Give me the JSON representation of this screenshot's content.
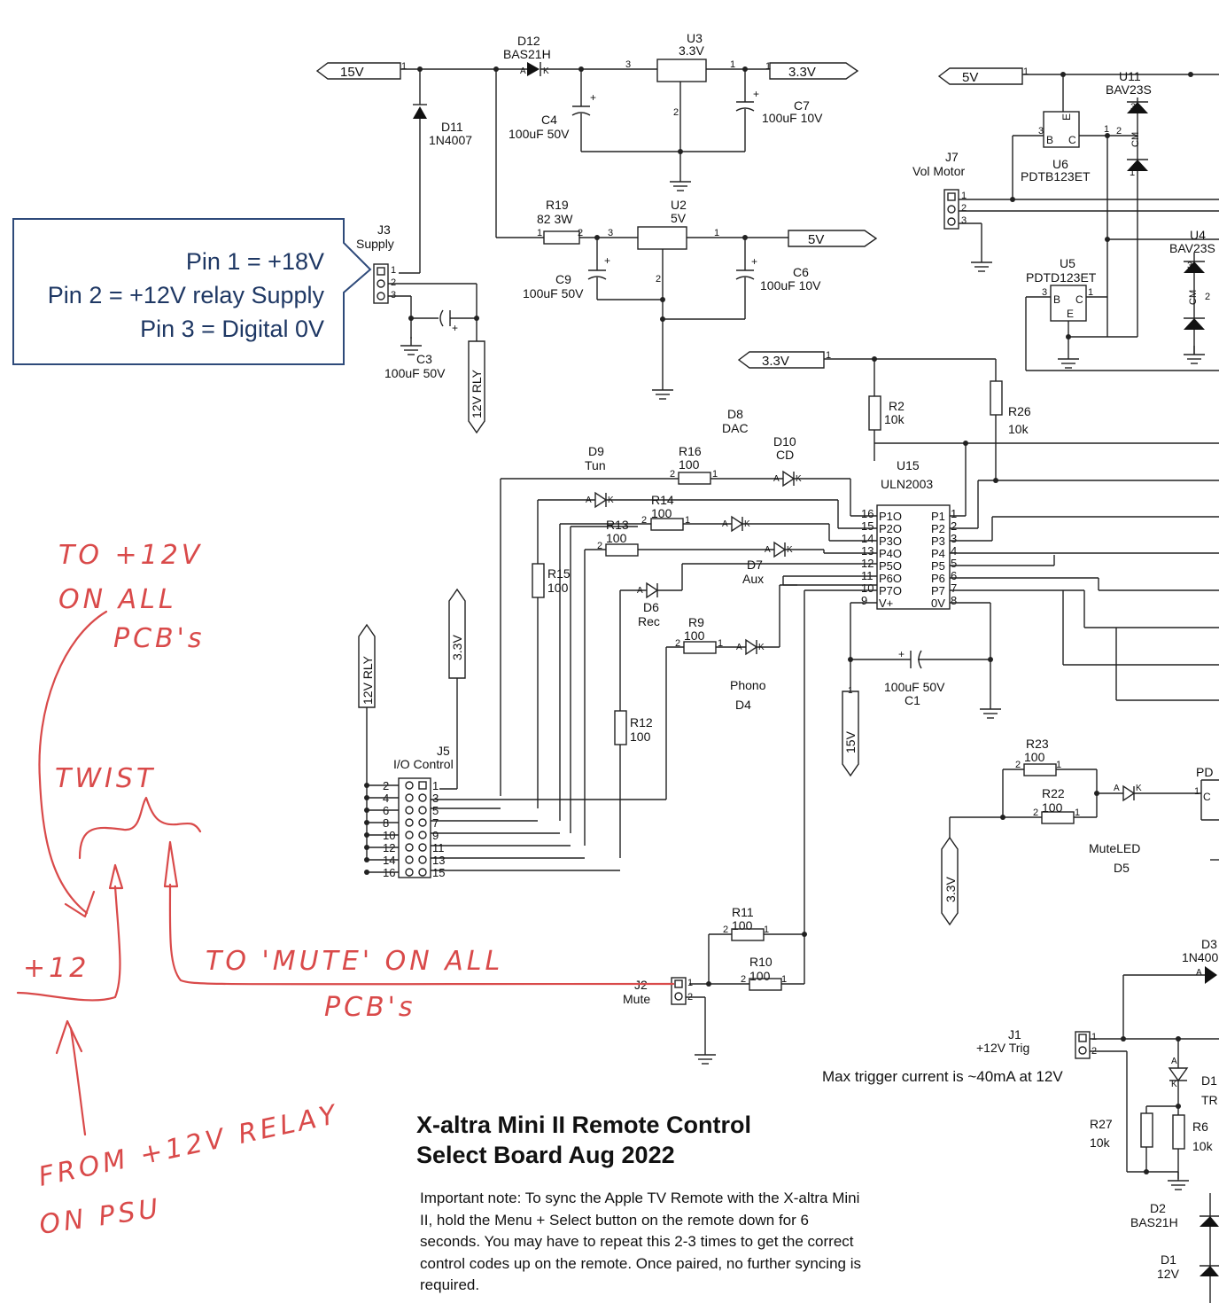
{
  "callout": {
    "lines": [
      "Pin 1 = +18V",
      "Pin 2 = +12V relay Supply",
      "Pin 3 = Digital 0V"
    ]
  },
  "title": {
    "line1": "X-altra Mini II Remote Control",
    "line2": "Select Board  Aug 2022"
  },
  "note": "Important note: To sync the Apple TV Remote with the X-altra Mini II, hold the Menu + Select button on the remote down for  6 seconds.  You may have to repeat this 2-3 times to get the correct control codes up on the remote.  Once paired, no further syncing is required.",
  "trigger_note": "Max trigger current is ~40mA  at 12V",
  "ports": {
    "p15v": "15V",
    "p33v_out": "3.3V",
    "p5v_in": "5V",
    "p5v_out": "5V",
    "p33v_in": "3.3V",
    "p12vrly_v": "12V RLY",
    "p12vrly_j5": "12V RLY",
    "p33v_j5": "3.3V",
    "p15v_c1": "15V",
    "p33v_mute": "3.3V"
  },
  "components": {
    "d12": {
      "ref": "D12",
      "value": "BAS21H"
    },
    "u3": {
      "ref": "U3",
      "value": "3.3V"
    },
    "d11": {
      "ref": "D11",
      "value": "1N4007"
    },
    "c4": {
      "ref": "C4",
      "value": "100uF 50V"
    },
    "c7": {
      "ref": "C7",
      "value": "100uF 10V"
    },
    "r19": {
      "ref": "R19",
      "value": "82 3W"
    },
    "u2": {
      "ref": "U2",
      "value": "5V"
    },
    "c9": {
      "ref": "C9",
      "value": "100uF 50V"
    },
    "c6": {
      "ref": "C6",
      "value": "100uF 10V"
    },
    "j3": {
      "ref": "J3",
      "value": "Supply"
    },
    "c3": {
      "ref": "C3",
      "value": "100uF 50V"
    },
    "u11": {
      "ref": "U11",
      "value": "BAV23S"
    },
    "j7": {
      "ref": "J7",
      "value": "Vol Motor"
    },
    "u6": {
      "ref": "U6",
      "value": "PDTB123ET"
    },
    "u5": {
      "ref": "U5",
      "value": "PDTD123ET"
    },
    "u4": {
      "ref": "U4",
      "value": "BAV23S"
    },
    "r2": {
      "ref": "R2",
      "value": "10k"
    },
    "r26": {
      "ref": "R26",
      "value": "10k"
    },
    "d8": {
      "ref": "D8",
      "value": "DAC"
    },
    "d9": {
      "ref": "D9",
      "value": "Tun"
    },
    "r16": {
      "ref": "R16",
      "value": "100"
    },
    "d10": {
      "ref": "D10",
      "value": "CD"
    },
    "u15": {
      "ref": "U15",
      "value": "ULN2003"
    },
    "r14": {
      "ref": "R14",
      "value": "100"
    },
    "r13": {
      "ref": "R13",
      "value": "100"
    },
    "r15": {
      "ref": "R15",
      "value": "100"
    },
    "d7": {
      "ref": "D7",
      "value": "Aux"
    },
    "d6": {
      "ref": "D6",
      "value": "Rec"
    },
    "r9": {
      "ref": "R9",
      "value": "100"
    },
    "d4": {
      "ref": "D4",
      "value": "Phono"
    },
    "c1": {
      "ref": "C1",
      "value": "100uF 50V"
    },
    "r12": {
      "ref": "R12",
      "value": "100"
    },
    "j5": {
      "ref": "J5",
      "value": "I/O Control"
    },
    "r23": {
      "ref": "R23",
      "value": "100"
    },
    "r22": {
      "ref": "R22",
      "value": "100"
    },
    "d5": {
      "ref": "D5",
      "value": "MuteLED"
    },
    "r11": {
      "ref": "R11",
      "value": "100"
    },
    "r10": {
      "ref": "R10",
      "value": "100"
    },
    "j2": {
      "ref": "J2",
      "value": "Mute"
    },
    "d3": {
      "ref": "D3",
      "value": "1N400"
    },
    "j1": {
      "ref": "J1",
      "value": "+12V Trig"
    },
    "r27": {
      "ref": "R27",
      "value": "10k"
    },
    "r6": {
      "ref": "R6",
      "value": "10k"
    },
    "d1x": {
      "ref": "D1",
      "value": "TR"
    },
    "d2": {
      "ref": "D2",
      "value": "BAS21H"
    },
    "d1": {
      "ref": "D1",
      "value": "12V"
    },
    "pd": {
      "ref": "PD"
    }
  },
  "u15_pins": {
    "left": [
      "P1O",
      "P2O",
      "P3O",
      "P4O",
      "P5O",
      "P6O",
      "P7O",
      "V+"
    ],
    "left_nums": [
      "16",
      "15",
      "14",
      "13",
      "12",
      "11",
      "10",
      "9"
    ],
    "right": [
      "P1",
      "P2",
      "P3",
      "P4",
      "P5",
      "P6",
      "P7",
      "0V"
    ],
    "right_nums": [
      "1",
      "2",
      "3",
      "4",
      "5",
      "6",
      "7",
      "8"
    ]
  },
  "j5_pins": {
    "left": [
      "2",
      "4",
      "6",
      "8",
      "10",
      "12",
      "14",
      "16"
    ],
    "right": [
      "1",
      "3",
      "5",
      "7",
      "9",
      "11",
      "13",
      "15"
    ]
  },
  "handwritten": {
    "to12v": [
      "TO +12V",
      "ON ALL",
      "PCB's"
    ],
    "twist": "TWIST",
    "plus12": "+12",
    "tomute": "TO 'MUTE' ON ALL",
    "pcbs": "PCB's",
    "from": [
      "FROM +12V RELAY",
      "ON PSU"
    ]
  },
  "colors": {
    "annotation": "#d94a4a",
    "callout": "#1f3864",
    "wire": "#222222"
  }
}
